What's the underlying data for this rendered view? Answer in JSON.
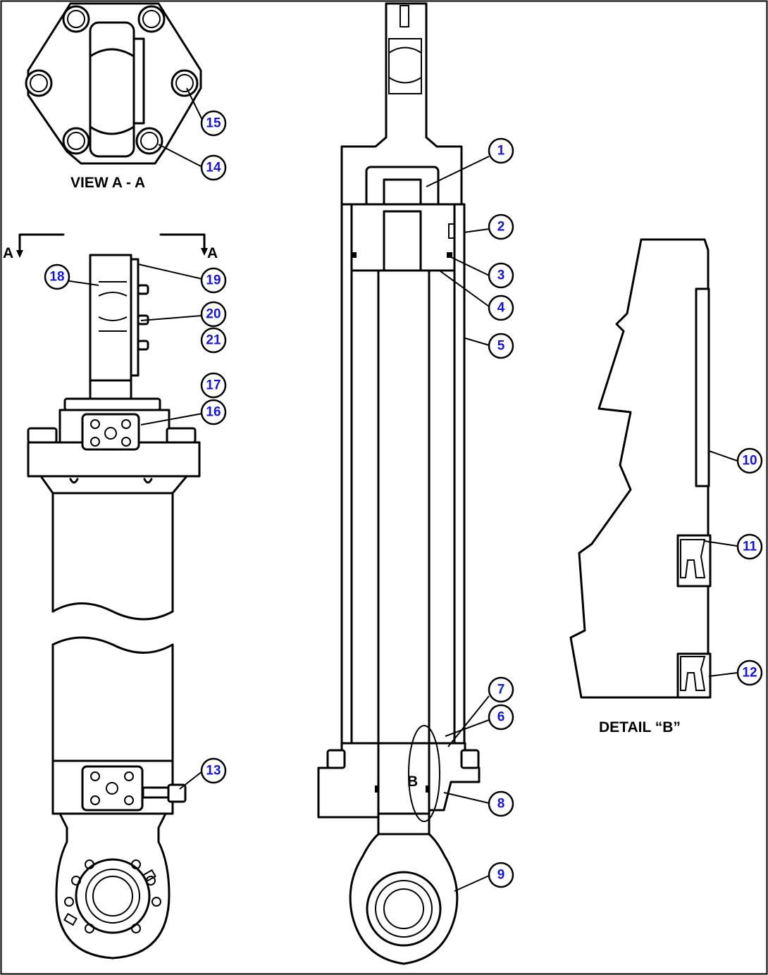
{
  "labels": {
    "view_aa": "VIEW A - A",
    "section_a_left": "A",
    "section_a_right": "A",
    "detail_b": "DETAIL “B”",
    "detail_b_marker": "B"
  },
  "callouts": [
    "1",
    "2",
    "3",
    "4",
    "5",
    "6",
    "7",
    "8",
    "9",
    "10",
    "11",
    "12",
    "13",
    "14",
    "15",
    "16",
    "17",
    "18",
    "19",
    "20",
    "21"
  ],
  "colors": {
    "callout_text": "#1515d8",
    "line": "#000000",
    "background": "#ffffff"
  }
}
